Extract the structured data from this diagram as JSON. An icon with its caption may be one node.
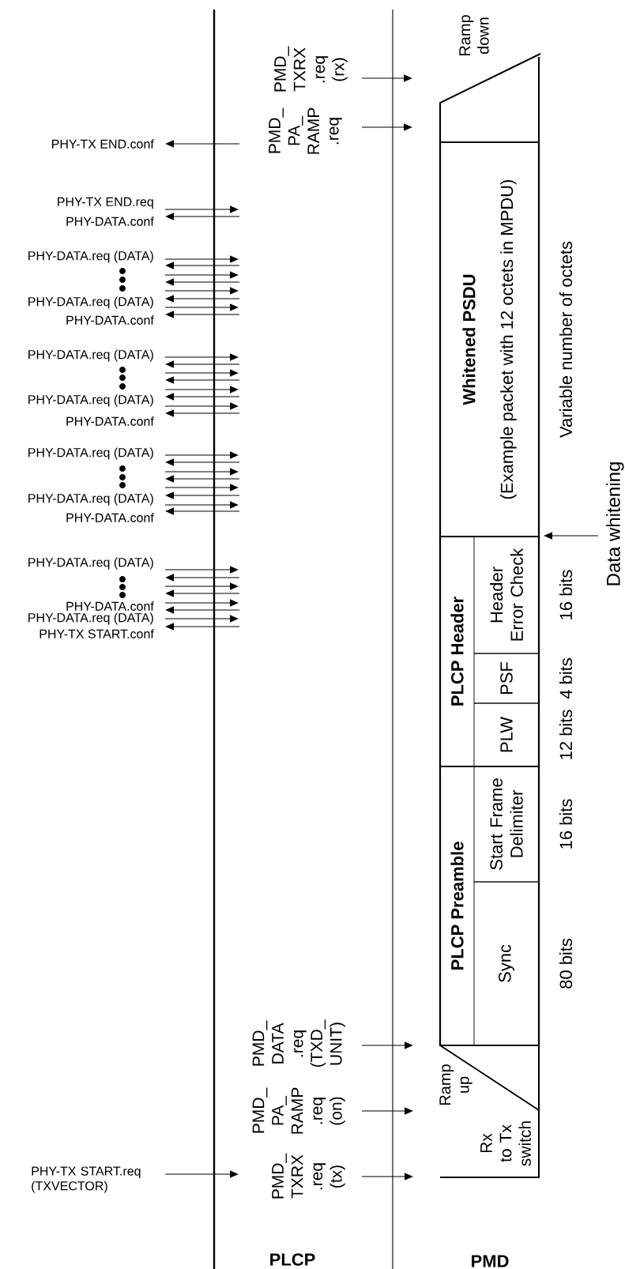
{
  "diagram": {
    "nodes": [
      {
        "text": [
          "PHY-TX END.conf"
        ]
      },
      {
        "text": [
          "PHY-TX END.req"
        ]
      },
      {
        "text": [
          "PHY-DATA.conf"
        ]
      },
      {
        "text": [
          "PHY-DATA.req (DATA)"
        ]
      },
      {
        "text": [
          "PHY-DATA.req (DATA)"
        ]
      },
      {
        "text": [
          "PHY-DATA.conf"
        ]
      },
      {
        "text": [
          "PHY-DATA.req (DATA)"
        ]
      },
      {
        "text": [
          "PHY-DATA.req (DATA)"
        ]
      },
      {
        "text": [
          "PHY-DATA.conf"
        ]
      },
      {
        "text": [
          "PHY-DATA.req (DATA)"
        ]
      },
      {
        "text": [
          "PHY-DATA.req (DATA)"
        ]
      },
      {
        "text": [
          "PHY-DATA.conf"
        ]
      },
      {
        "text": [
          "PHY-DATA.req (DATA)"
        ]
      },
      {
        "text": [
          "PHY-DATA.conf"
        ]
      },
      {
        "text": [
          "PHY-DATA.req (DATA)"
        ]
      },
      {
        "text": [
          "PHY-TX START.conf"
        ]
      },
      {
        "text": [
          "PHY-TX START.req (TXVECTOR)"
        ]
      },
      {
        "text": [
          "PMD_ TXRX .req (rx)"
        ]
      },
      {
        "text": [
          "PMD_ PA_ RAMP .req"
        ]
      },
      {
        "text": [
          "PMD_ TXRX .req (tx)"
        ]
      },
      {
        "text": [
          "PMD_ PA_ RAMP .req (on)"
        ]
      },
      {
        "text": [
          "PMD_ DATA .req (TXD_ UNIT)"
        ]
      },
      {
        "text": [
          "Whitened PSDU",
          "(Example packet with 12 octets in MPDU)"
        ],
        "beside": [
          "Variable number of octets"
        ]
      },
      {
        "text": [
          "PLCP Header"
        ]
      },
      {
        "text": [
          "Header Error Check"
        ],
        "in": 23,
        "beside": [
          "16 bits"
        ]
      },
      {
        "text": [
          "PSF"
        ],
        "in": 23,
        "beside": [
          "4 bits"
        ]
      },
      {
        "text": [
          "PLW"
        ],
        "in": 23,
        "beside": [
          "12 bits"
        ]
      },
      {
        "text": [
          "PLCP Preamble"
        ]
      },
      {
        "text": [
          "Start Frame Delimiter"
        ],
        "in": 27,
        "beside": [
          "16 bits"
        ]
      },
      {
        "text": [
          "Sync"
        ],
        "in": 27,
        "beside": [
          "80 bits"
        ]
      },
      {
        "text": [
          "Rx to Tx switch"
        ]
      },
      {
        "text": [
          "Data whitening"
        ]
      }
    ],
    "edges": [
      {
        "from": null,
        "to": 0,
        "arrow": "to"
      },
      {
        "from": 1,
        "to": null,
        "arrow": "to"
      },
      {
        "from": null,
        "to": 2,
        "arrow": "to"
      },
      {
        "from": 3,
        "to": null,
        "arrow": "to"
      },
      {
        "from": 4,
        "to": null,
        "arrow": "to"
      },
      {
        "from": null,
        "to": 5,
        "arrow": "to"
      },
      {
        "from": 6,
        "to": null,
        "arrow": "to"
      },
      {
        "from": 7,
        "to": null,
        "arrow": "to"
      },
      {
        "from": null,
        "to": 8,
        "arrow": "to"
      },
      {
        "from": 9,
        "to": null,
        "arrow": "to"
      },
      {
        "from": 10,
        "to": null,
        "arrow": "to"
      },
      {
        "from": null,
        "to": 11,
        "arrow": "to"
      },
      {
        "from": 12,
        "to": null,
        "arrow": "to"
      },
      {
        "from": null,
        "to": 13,
        "arrow": "to"
      },
      {
        "from": 14,
        "to": null,
        "arrow": "to"
      },
      {
        "from": null,
        "to": 15,
        "arrow": "to"
      },
      {
        "from": 16,
        "to": null,
        "arrow": "to"
      },
      {
        "from": 17,
        "to": null,
        "arrow": "to"
      },
      {
        "from": 18,
        "to": null,
        "arrow": "to"
      },
      {
        "from": 19,
        "to": null,
        "arrow": "to"
      },
      {
        "from": 20,
        "to": null,
        "arrow": "to"
      },
      {
        "from": 21,
        "to": null,
        "arrow": "to"
      },
      {
        "from": 31,
        "to": 24,
        "arrow": "to"
      },
      {
        "from": null,
        "to": 3,
        "arrow": "to"
      },
      {
        "from": 3,
        "to": null,
        "arrow": "to"
      },
      {
        "from": null,
        "to": 3,
        "arrow": "to"
      },
      {
        "from": 4,
        "to": null,
        "arrow": "to"
      },
      {
        "from": null,
        "to": 4,
        "arrow": "to"
      },
      {
        "from": null,
        "to": 6,
        "arrow": "to"
      },
      {
        "from": 6,
        "to": null,
        "arrow": "to"
      },
      {
        "from": null,
        "to": 6,
        "arrow": "to"
      },
      {
        "from": 7,
        "to": null,
        "arrow": "to"
      },
      {
        "from": null,
        "to": 7,
        "arrow": "to"
      },
      {
        "from": null,
        "to": 9,
        "arrow": "to"
      },
      {
        "from": 9,
        "to": null,
        "arrow": "to"
      },
      {
        "from": null,
        "to": 9,
        "arrow": "to"
      },
      {
        "from": 10,
        "to": null,
        "arrow": "to"
      },
      {
        "from": null,
        "to": 10,
        "arrow": "to"
      },
      {
        "from": null,
        "to": 12,
        "arrow": "to"
      },
      {
        "from": 12,
        "to": null,
        "arrow": "to"
      },
      {
        "from": null,
        "to": 12,
        "arrow": "to"
      },
      {
        "from": 13,
        "to": null,
        "arrow": "to"
      }
    ],
    "labels": [
      "Ramp down",
      "Ramp up",
      "PLCP",
      "PMD"
    ]
  }
}
